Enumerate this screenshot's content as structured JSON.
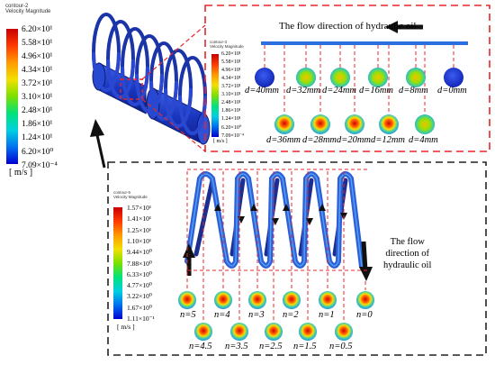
{
  "legend_main": {
    "title": "contour-2",
    "subtitle": "Velocity Magnitude",
    "ticks": [
      "6.20×10¹",
      "5.58×10¹",
      "4.96×10¹",
      "4.34×10¹",
      "3.72×10¹",
      "3.10×10¹",
      "2.48×10¹",
      "1.86×10¹",
      "1.24×10¹",
      "6.20×10⁰",
      "7.09×10⁻⁴"
    ],
    "unit": "[ m/s ]"
  },
  "legend_top": {
    "title": "contour-3",
    "subtitle": "Velocity Magnitude",
    "ticks": [
      "6.20×10¹",
      "5.58×10¹",
      "4.96×10¹",
      "4.34×10¹",
      "3.72×10¹",
      "3.10×10¹",
      "2.48×10¹",
      "1.86×10¹",
      "1.24×10¹",
      "6.20×10⁰",
      "7.09×10⁻⁴"
    ],
    "unit": "[ m/s ]"
  },
  "legend_bottom": {
    "title": "contour-5",
    "subtitle": "Velocity Magnitude",
    "ticks": [
      "1.57×10¹",
      "1.41×10¹",
      "1.25×10¹",
      "1.10×10¹",
      "9.44×10⁰",
      "7.88×10⁰",
      "6.33×10⁰",
      "4.77×10⁰",
      "3.22×10⁰",
      "1.67×10⁰",
      "1.11×10⁻¹"
    ],
    "unit": "[ m/s ]"
  },
  "top_panel": {
    "flow_label": "The flow direction of hydraulic oil",
    "row1": [
      "d=40mm",
      "d=32mm",
      "d=24mm",
      "d=16mm",
      "d=8mm",
      "d=0mm"
    ],
    "row2": [
      "d=36mm",
      "d=28mm",
      "d=20mm",
      "d=12mm",
      "d=4mm"
    ]
  },
  "bottom_panel": {
    "flow_label_lines": [
      "The flow",
      "direction of",
      "hydraulic oil"
    ],
    "row1": [
      "n=5",
      "n=4",
      "n=3",
      "n=2",
      "n=1",
      "n=0"
    ],
    "row2": [
      "n=4.5",
      "n=3.5",
      "n=2.5",
      "n=1.5",
      "n=0.5"
    ]
  },
  "colors": {
    "dashed_red": "#e8262b",
    "dashed_black": "#222222",
    "coil_blue": "#1f3fb0"
  }
}
